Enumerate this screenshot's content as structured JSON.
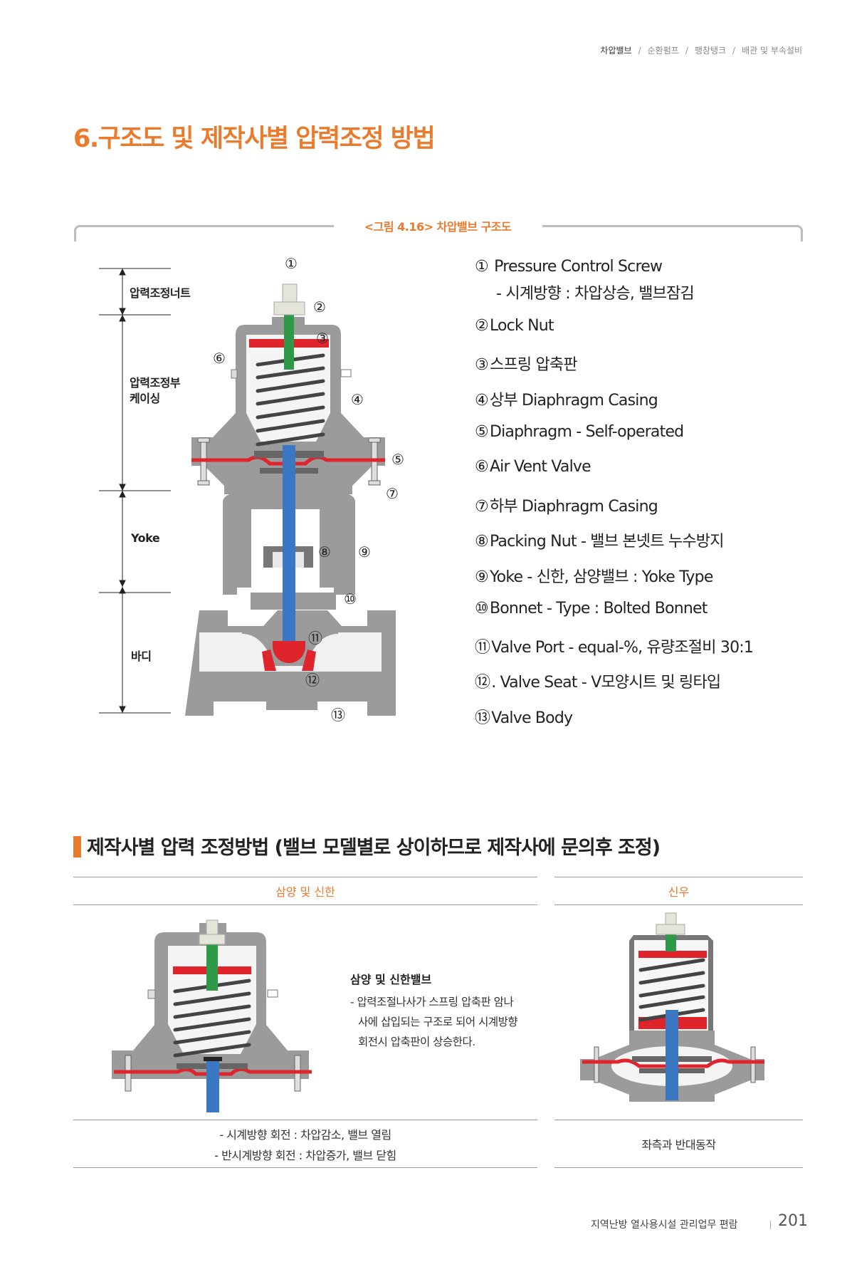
{
  "breadcrumb": {
    "items": [
      "차압밸브",
      "순환펌프",
      "팽창탱크",
      "배관 및 부속설비"
    ],
    "separator": "/"
  },
  "title": "6.구조도 및 제작사별 압력조정 방법",
  "figure": {
    "caption": "<그림 4.16> 차압밸브 구조도",
    "dimension_labels": [
      "압력조정너트",
      "압력조정부",
      "케이싱",
      "Yoke",
      "바디"
    ],
    "callouts": [
      "①",
      "②",
      "③",
      "④",
      "⑤",
      "⑥",
      "⑦",
      "⑧",
      "⑨",
      "⑩",
      "⑪",
      "⑫",
      "⑬"
    ]
  },
  "parts": [
    {
      "num": "①",
      "text": " Pressure Control Screw",
      "sub": "- 시계방향 : 차압상승, 밸브잠김"
    },
    {
      "num": "②",
      "text": "Lock Nut"
    },
    {
      "num": "③",
      "text": "스프링 압축판"
    },
    {
      "num": "④",
      "text": "상부 Diaphragm Casing"
    },
    {
      "num": "⑤",
      "text": "Diaphragm - Self-operated"
    },
    {
      "num": "⑥",
      "text": "Air Vent Valve"
    },
    {
      "num": "⑦",
      "text": "하부 Diaphragm Casing"
    },
    {
      "num": "⑧",
      "text": "Packing Nut - 밸브 본넷트 누수방지"
    },
    {
      "num": "⑨",
      "text": "Yoke - 신한, 삼양밸브 : Yoke Type"
    },
    {
      "num": "⑩",
      "text": "Bonnet - Type : Bolted Bonnet"
    },
    {
      "num": "⑪",
      "text": "Valve Port - equal-%, 유량조절비 30:1"
    },
    {
      "num": "⑫",
      "text": ". Valve Seat - V모양시트 및 링타입"
    },
    {
      "num": "⑬",
      "text": "Valve Body"
    }
  ],
  "section": {
    "heading": "제작사별 압력 조정방법 (밸브 모델별로 상이하므로 제작사에 문의후 조정)",
    "left": {
      "header": "삼양 및 신한",
      "note_title": "삼양 및 신한밸브",
      "note_lines": [
        "- 압력조절나사가 스프링 압축판 암나",
        "사에 삽입되는 구조로 되어 시계방향",
        "회전시 압축판이 상승한다."
      ],
      "footer_lines": [
        "- 시계방향 회전 : 차압감소, 밸브 열림",
        "- 반시계방향 회전 : 차압증가, 밸브 닫힘"
      ]
    },
    "right": {
      "header": "신우",
      "footer": "좌측과 반대동작"
    }
  },
  "footer": {
    "text": "지역난방 열사용시설 관리업무 편람",
    "page": "201"
  },
  "colors": {
    "accent": "#ea7a2c",
    "casing": "#9b9b9b",
    "spring": "#444444",
    "red": "#e0242c",
    "green": "#2e9a47",
    "blue": "#3b78c4"
  }
}
